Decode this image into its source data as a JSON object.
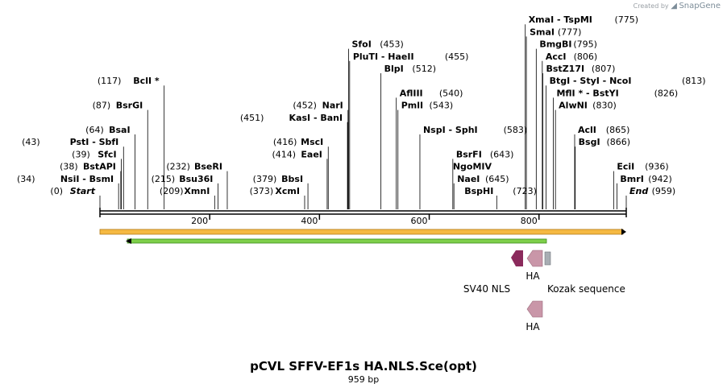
{
  "branding": {
    "prefix": "Created by",
    "name": "SnapGene"
  },
  "title": "pCVL SFFV-EF1s HA.NLS.Sce(opt)",
  "subtitle": "959 bp",
  "map": {
    "length": 959,
    "ticks": [
      200,
      400,
      600,
      800
    ],
    "start_label": "Start",
    "end_label": "End"
  },
  "sites": [
    {
      "pos": "(0)",
      "names": [
        "Start"
      ],
      "italic": true,
      "bp": 0,
      "side": "left",
      "row": 0
    },
    {
      "pos": "(34)",
      "names": [
        "NsiI",
        "BsmI"
      ],
      "bp": 34,
      "side": "left",
      "row": 1
    },
    {
      "pos": "(38)",
      "names": [
        "BstAPI"
      ],
      "bp": 38,
      "side": "left",
      "row": 2
    },
    {
      "pos": "(39)",
      "names": [
        "SfcI"
      ],
      "bp": 39,
      "side": "left",
      "row": 3
    },
    {
      "pos": "(43)",
      "names": [
        "PstI",
        "SbfI"
      ],
      "bp": 43,
      "side": "left",
      "row": 4
    },
    {
      "pos": "(64)",
      "names": [
        "BsaI"
      ],
      "bp": 64,
      "side": "left",
      "row": 5
    },
    {
      "pos": "(87)",
      "names": [
        "BsrGI"
      ],
      "bp": 87,
      "side": "left",
      "row": 7
    },
    {
      "pos": "(117)",
      "names": [
        "BclI *"
      ],
      "bp": 117,
      "side": "left",
      "row": 9
    },
    {
      "pos": "(209)",
      "names": [
        "XmnI"
      ],
      "bp": 209,
      "side": "left",
      "row": 0
    },
    {
      "pos": "(215)",
      "names": [
        "Bsu36I"
      ],
      "bp": 215,
      "side": "left",
      "row": 1
    },
    {
      "pos": "(232)",
      "names": [
        "BseRI"
      ],
      "bp": 232,
      "side": "left",
      "row": 2
    },
    {
      "pos": "(373)",
      "names": [
        "XcmI"
      ],
      "bp": 373,
      "side": "left",
      "row": 0
    },
    {
      "pos": "(379)",
      "names": [
        "BbsI"
      ],
      "bp": 379,
      "side": "left",
      "row": 1
    },
    {
      "pos": "(414)",
      "names": [
        "EaeI"
      ],
      "bp": 414,
      "side": "left",
      "row": 3
    },
    {
      "pos": "(416)",
      "names": [
        "MscI"
      ],
      "bp": 416,
      "side": "left",
      "row": 4
    },
    {
      "pos": "(451)",
      "names": [
        "KasI",
        "BanI"
      ],
      "bp": 451,
      "side": "left",
      "row": 6
    },
    {
      "pos": "(452)",
      "names": [
        "NarI"
      ],
      "bp": 452,
      "side": "left",
      "row": 7
    },
    {
      "pos": "(453)",
      "names": [
        "SfoI"
      ],
      "bp": 453,
      "side": "right",
      "row": 12
    },
    {
      "pos": "(455)",
      "names": [
        "PluTI",
        "HaeII"
      ],
      "bp": 455,
      "side": "right",
      "row": 11
    },
    {
      "pos": "(512)",
      "names": [
        "BlpI"
      ],
      "bp": 512,
      "side": "right",
      "row": 10
    },
    {
      "pos": "(540)",
      "names": [
        "AflIII"
      ],
      "bp": 540,
      "side": "right",
      "row": 8
    },
    {
      "pos": "(543)",
      "names": [
        "PmlI"
      ],
      "bp": 543,
      "side": "right",
      "row": 7
    },
    {
      "pos": "(583)",
      "names": [
        "NspI",
        "SphI"
      ],
      "bp": 583,
      "side": "right",
      "row": 5
    },
    {
      "pos": "(643)",
      "names": [
        "BsrFI",
        "NgoMIV"
      ],
      "bp": 643,
      "side": "right",
      "row": 3,
      "stack": true
    },
    {
      "pos": "(645)",
      "names": [
        "NaeI"
      ],
      "bp": 645,
      "side": "right",
      "row": 1
    },
    {
      "pos": "(723)",
      "names": [
        "BspHI"
      ],
      "bp": 723,
      "side": "mid",
      "row": 0
    },
    {
      "pos": "(775)",
      "names": [
        "XmaI",
        "TspMI"
      ],
      "bp": 775,
      "side": "right",
      "row": 14
    },
    {
      "pos": "(777)",
      "names": [
        "SmaI"
      ],
      "bp": 777,
      "side": "right",
      "row": 13
    },
    {
      "pos": "(795)",
      "names": [
        "BmgBI"
      ],
      "bp": 795,
      "side": "right",
      "row": 12
    },
    {
      "pos": "(806)",
      "names": [
        "AccI"
      ],
      "bp": 806,
      "side": "right",
      "row": 11
    },
    {
      "pos": "(807)",
      "names": [
        "BstZ17I"
      ],
      "bp": 807,
      "side": "right",
      "row": 10
    },
    {
      "pos": "(813)",
      "names": [
        "BtgI",
        "StyI",
        "NcoI"
      ],
      "bp": 813,
      "side": "right",
      "row": 9
    },
    {
      "pos": "(826)",
      "names": [
        "MflI *",
        "BstYI"
      ],
      "bp": 826,
      "side": "right",
      "row": 8
    },
    {
      "pos": "(830)",
      "names": [
        "AlwNI"
      ],
      "bp": 830,
      "side": "right",
      "row": 7
    },
    {
      "pos": "(865)",
      "names": [
        "AclI"
      ],
      "bp": 865,
      "side": "right",
      "row": 5
    },
    {
      "pos": "(866)",
      "names": [
        "BsgI"
      ],
      "bp": 866,
      "side": "right",
      "row": 4
    },
    {
      "pos": "(936)",
      "names": [
        "EciI"
      ],
      "bp": 936,
      "side": "right",
      "row": 2
    },
    {
      "pos": "(942)",
      "names": [
        "BmrI"
      ],
      "bp": 942,
      "side": "right",
      "row": 1
    },
    {
      "pos": "(959)",
      "names": [
        "End"
      ],
      "italic": true,
      "bp": 959,
      "side": "right",
      "row": 0
    }
  ],
  "features": [
    {
      "label": "SV40 NLS",
      "color": "#8b2a5c"
    },
    {
      "label": "HA",
      "color": "#c996a8"
    },
    {
      "label": "Kozak sequence",
      "color": "#a8adb3"
    },
    {
      "label": "HA",
      "color": "#c996a8"
    }
  ],
  "colors": {
    "orange_bar": "#f5b942",
    "green_bar": "#7ecf4a",
    "backbone": "#000000"
  }
}
